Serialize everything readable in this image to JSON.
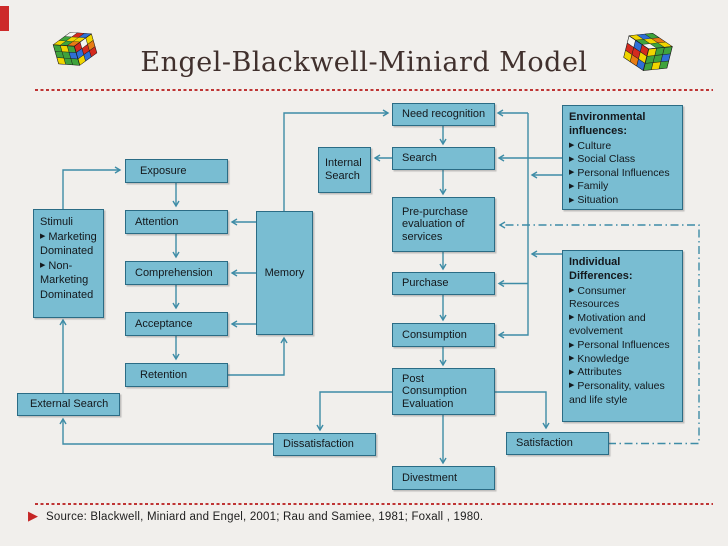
{
  "slide": {
    "title": "Engel-Blackwell-Miniard Model",
    "source": "Source: Blackwell, Miniard and Engel, 2001; Rau and Samiee, 1981; Foxall , 1980."
  },
  "colors": {
    "background": "#f1efec",
    "box_fill": "#79bdd2",
    "box_border": "#2b6c85",
    "arrow": "#3e8ca6",
    "accent_red": "#cd2a2a",
    "title_text": "#40302d"
  },
  "icons": {
    "left_logo": "rubiks-cube-icon",
    "right_logo": "rubiks-cube-icon",
    "source_bullet": "red-triangle-bullet"
  },
  "nodes": {
    "stimuli": {
      "label": "Stimuli",
      "items": [
        "Marketing Dominated",
        "Non- Marketing Dominated"
      ]
    },
    "exposure": {
      "label": "Exposure"
    },
    "attention": {
      "label": "Attention"
    },
    "comprehension": {
      "label": "Comprehension"
    },
    "acceptance": {
      "label": "Acceptance"
    },
    "retention": {
      "label": "Retention"
    },
    "memory": {
      "label": "Memory"
    },
    "external_search": {
      "label": "External Search"
    },
    "internal_search": {
      "label": "Internal Search"
    },
    "need_recognition": {
      "label": "Need recognition"
    },
    "search": {
      "label": "Search"
    },
    "pre_purchase": {
      "label": "Pre-purchase evaluation of services"
    },
    "purchase": {
      "label": "Purchase"
    },
    "consumption": {
      "label": "Consumption"
    },
    "post_consumption": {
      "label": "Post Consumption Evaluation"
    },
    "divestment": {
      "label": "Divestment"
    },
    "dissatisfaction": {
      "label": "Dissatisfaction"
    },
    "satisfaction": {
      "label": "Satisfaction"
    },
    "environmental": {
      "label": "Environmental influences:",
      "items": [
        "Culture",
        "Social Class",
        "Personal Influences",
        "Family",
        "Situation"
      ]
    },
    "individual": {
      "label": "Individual Differences:",
      "items": [
        "Consumer Resources",
        "Motivation and evolvement",
        "Personal Influences",
        "Knowledge",
        "Attributes",
        "Personality, values and life style"
      ]
    }
  }
}
